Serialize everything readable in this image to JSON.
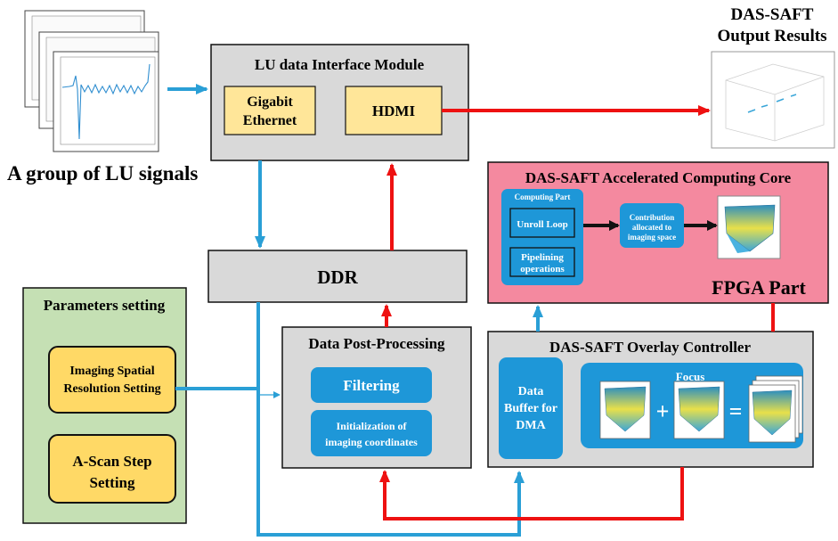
{
  "output": {
    "title_line1": "DAS-SAFT",
    "title_line2": "Output Results"
  },
  "signals": {
    "caption": "A group of LU signals"
  },
  "lu_module": {
    "title": "LU data Interface Module",
    "gigabit_line1": "Gigabit",
    "gigabit_line2": "Ethernet",
    "hdmi": "HDMI"
  },
  "core": {
    "title": "DAS-SAFT Accelerated Computing Core",
    "computing_part": "Computing Part",
    "unroll_loop": "Unroll Loop",
    "pipelining_line1": "Pipelining",
    "pipelining_line2": "operations",
    "contribution_line1": "Contribution",
    "contribution_line2": "allocated to",
    "contribution_line3": "imaging space",
    "fpga": "FPGA Part"
  },
  "ddr": {
    "label": "DDR"
  },
  "params": {
    "title": "Parameters setting",
    "spatial_line1": "Imaging Spatial",
    "spatial_line2": "Resolution Setting",
    "ascan_line1": "A-Scan Step",
    "ascan_line2": "Setting"
  },
  "post": {
    "title": "Data Post-Processing",
    "filtering": "Filtering",
    "init_line1": "Initialization of",
    "init_line2": "imaging coordinates"
  },
  "overlay": {
    "title": "DAS-SAFT Overlay Controller",
    "buffer_line1": "Data",
    "buffer_line2": "Buffer for",
    "buffer_line3": "DMA",
    "focus": "Focus",
    "plus": "+",
    "equals": "="
  },
  "colors": {
    "gray_box": "#d9d9d9",
    "yellow": "#ffe699",
    "green": "#c5e0b4",
    "pink": "#f4899f",
    "blue": "#1e97d8",
    "arrow_blue": "#2a9fd6",
    "arrow_red": "#ee1111"
  }
}
